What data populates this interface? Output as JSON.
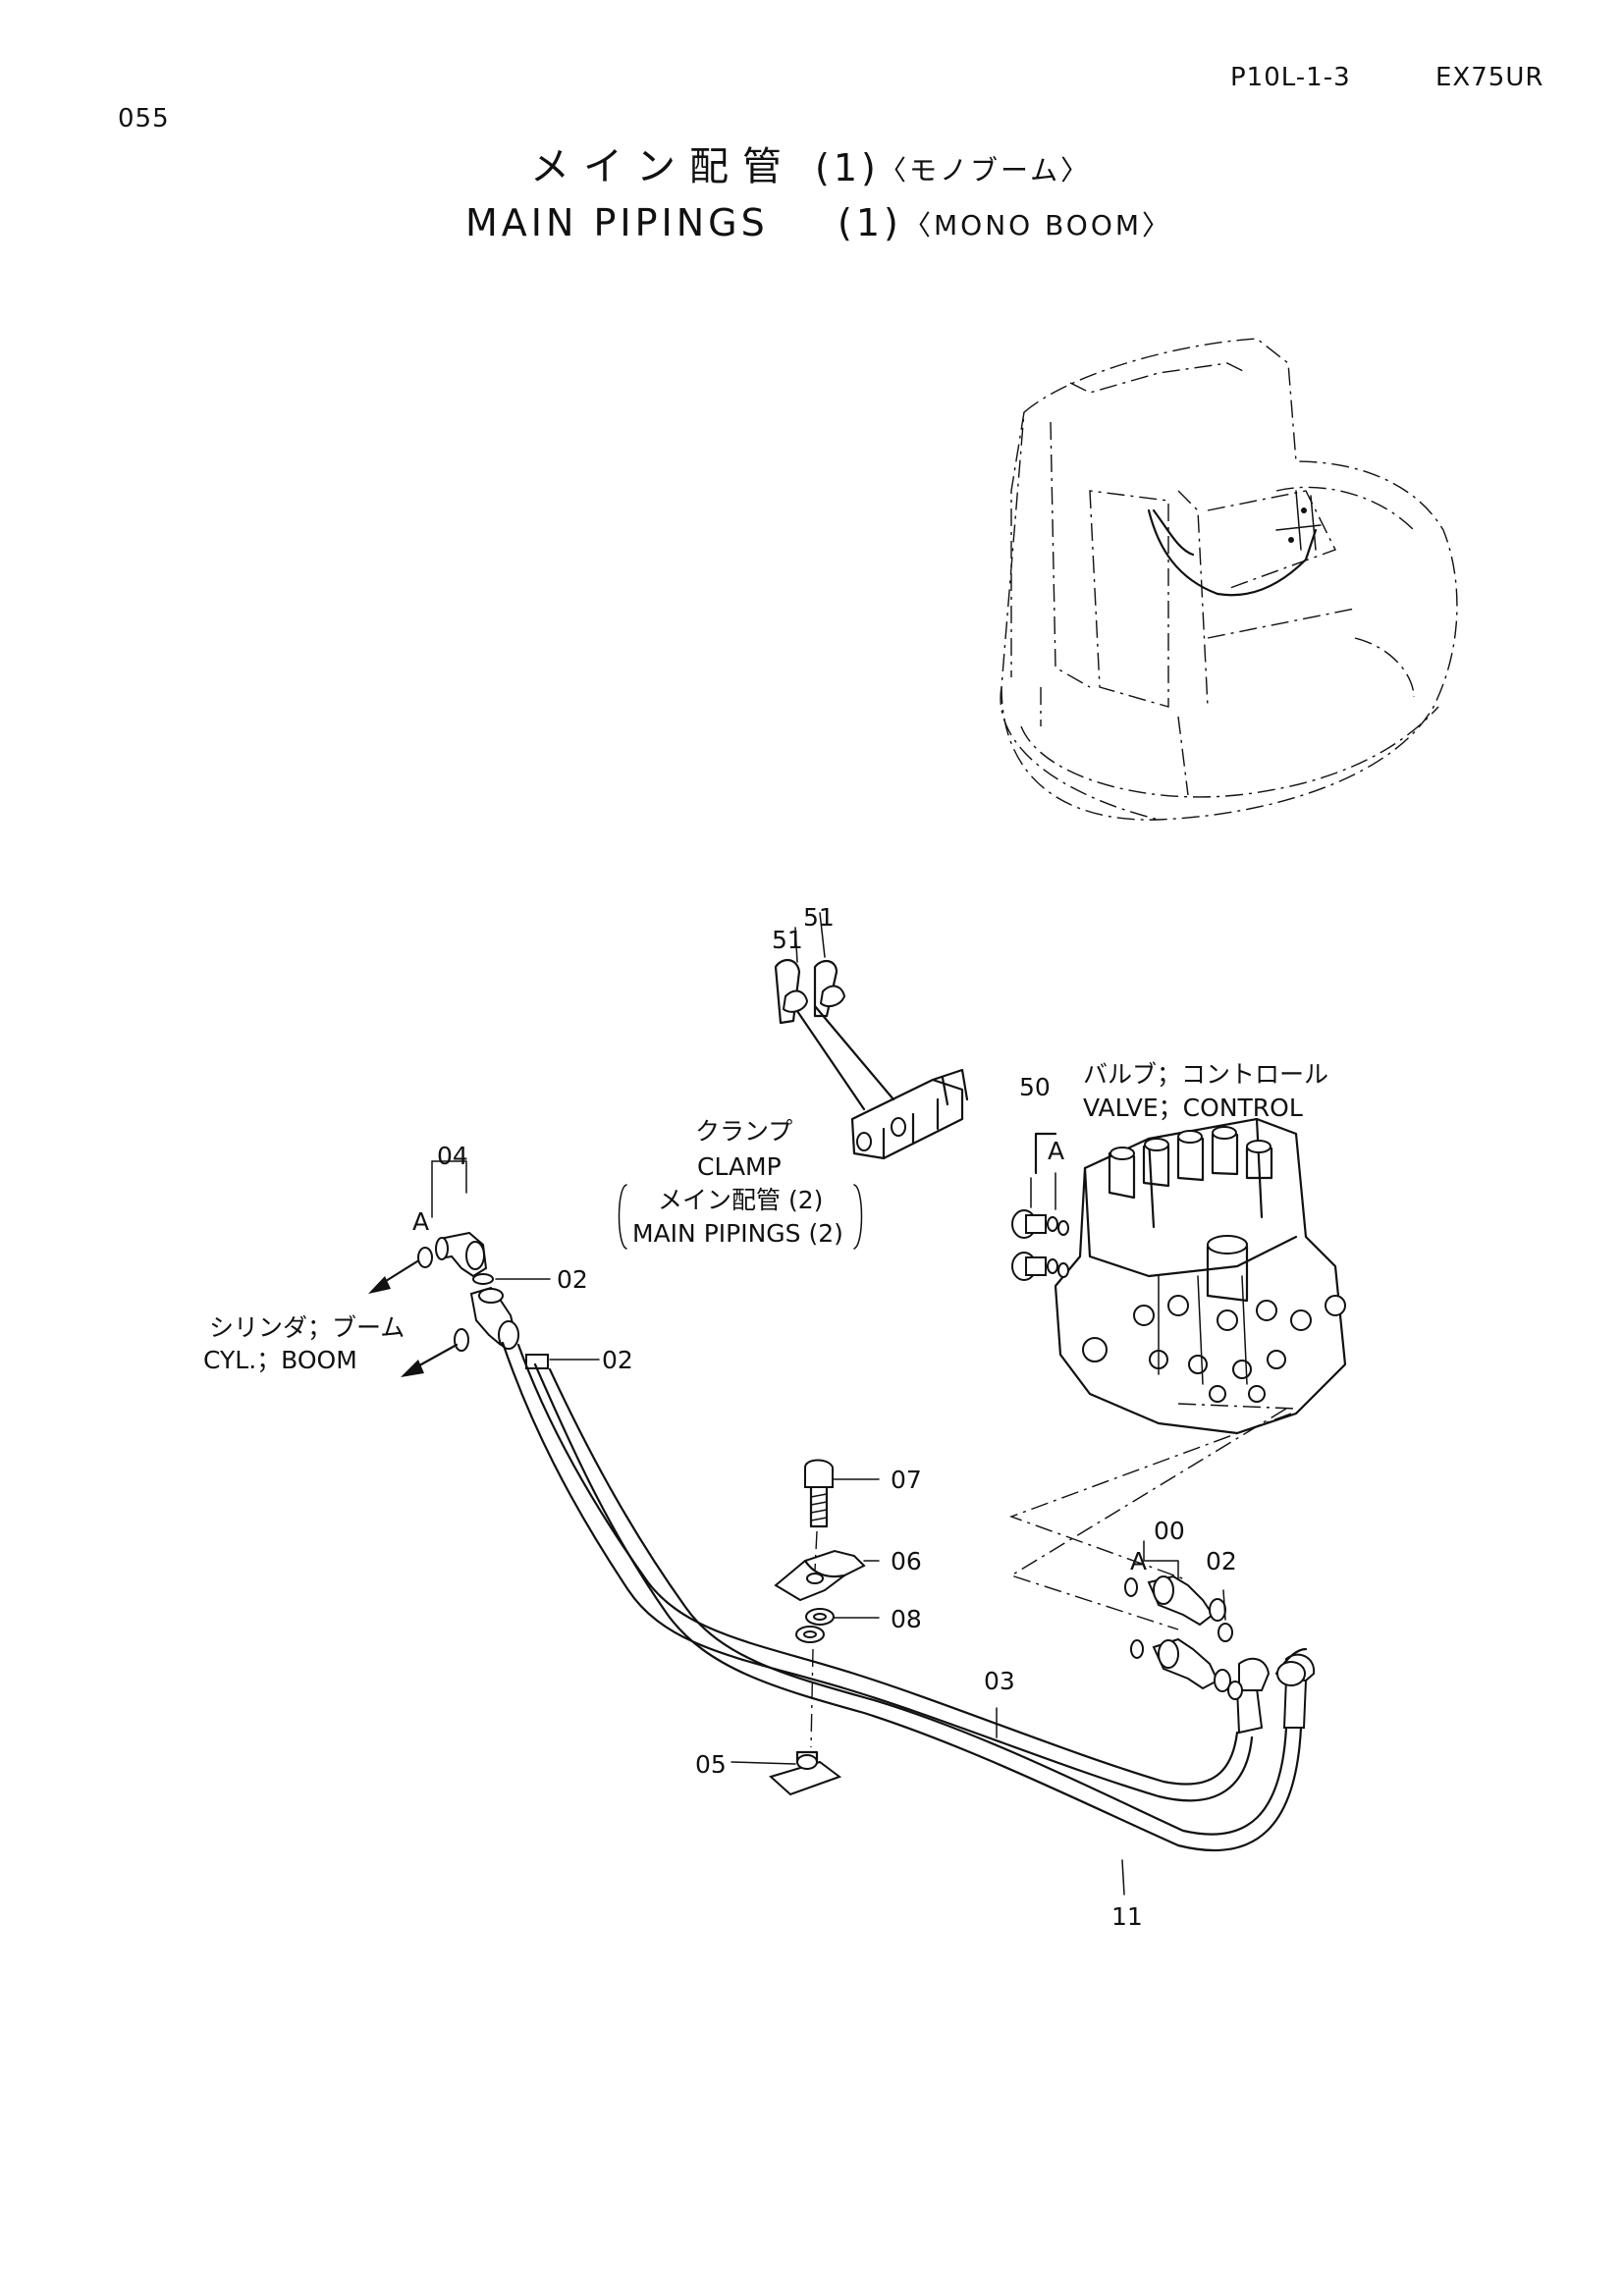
{
  "header": {
    "page_code": "P10L-1-3",
    "model": "EX75UR",
    "page_number": "055"
  },
  "title": {
    "jp_main": "メイン配管",
    "jp_num": "(1)",
    "jp_sub": "〈モノブーム〉",
    "en_main": "MAIN  PIPINGS",
    "en_num": "(1)",
    "en_sub": "〈MONO  BOOM〉"
  },
  "labels": {
    "clamp_jp": "クランプ",
    "clamp_en": "CLAMP",
    "main_pipings2_jp": "メイン配管  (2)",
    "main_pipings2_en": "MAIN  PIPINGS (2)",
    "valve_jp": "バルブ；コントロール",
    "valve_en": "VALVE；CONTROL",
    "cyl_jp": "シリンダ；ブーム",
    "cyl_en": "CYL.；BOOM",
    "mark_a": "A"
  },
  "part_numbers": {
    "p00": "00",
    "p02": "02",
    "p03": "03",
    "p04": "04",
    "p05": "05",
    "p06": "06",
    "p07": "07",
    "p08": "08",
    "p11": "11",
    "p50": "50",
    "p51": "51"
  }
}
